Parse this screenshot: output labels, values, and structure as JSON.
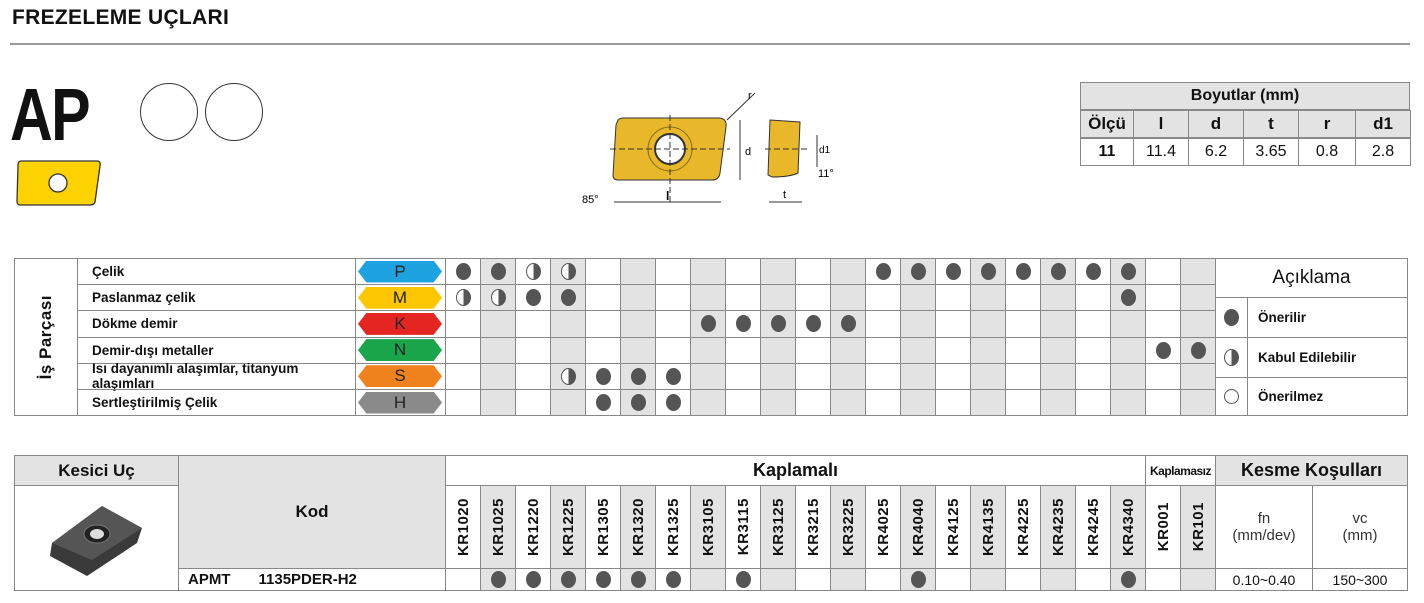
{
  "header": {
    "title": "FREZELEME UÇLARI",
    "series": "AP"
  },
  "diagram": {
    "labels": {
      "r": "r",
      "d": "d",
      "l": "l",
      "d1": "d1",
      "t": "t",
      "angle1": "85°",
      "angle2": "11°"
    }
  },
  "dimensions": {
    "title": "Boyutlar (mm)",
    "columns": [
      "Ölçü",
      "l",
      "d",
      "t",
      "r",
      "d1"
    ],
    "row": [
      "11",
      "11.4",
      "6.2",
      "3.65",
      "0.8",
      "2.8"
    ]
  },
  "workpiece": {
    "label": "İş Parçası",
    "rows": [
      {
        "name": "Çelik",
        "code": "P",
        "color": "#1fa3e0",
        "marks": [
          "F",
          "F",
          "H",
          "H",
          "",
          "",
          "",
          "",
          "",
          "",
          "",
          "",
          "F",
          "F",
          "F",
          "F",
          "F",
          "F",
          "F",
          "F",
          "",
          ""
        ]
      },
      {
        "name": "Paslanmaz çelik",
        "code": "M",
        "color": "#fcc700",
        "marks": [
          "H",
          "H",
          "F",
          "F",
          "",
          "",
          "",
          "",
          "",
          "",
          "",
          "",
          "",
          "",
          "",
          "",
          "",
          "",
          "",
          "F",
          "",
          ""
        ]
      },
      {
        "name": "Dökme demir",
        "code": "K",
        "color": "#e52521",
        "marks": [
          "",
          "",
          "",
          "",
          "",
          "",
          "",
          "F",
          "F",
          "F",
          "F",
          "F",
          "",
          "",
          "",
          "",
          "",
          "",
          "",
          "",
          "",
          ""
        ]
      },
      {
        "name": "Demir-dışı metaller",
        "code": "N",
        "color": "#1aa54a",
        "marks": [
          "",
          "",
          "",
          "",
          "",
          "",
          "",
          "",
          "",
          "",
          "",
          "",
          "",
          "",
          "",
          "",
          "",
          "",
          "",
          "",
          "F",
          "F"
        ]
      },
      {
        "name": "Isı dayanımlı alaşımlar, titanyum alaşımları",
        "code": "S",
        "color": "#f0821e",
        "marks": [
          "",
          "",
          "",
          "H",
          "F",
          "F",
          "F",
          "",
          "",
          "",
          "",
          "",
          "",
          "",
          "",
          "",
          "",
          "",
          "",
          "",
          "",
          ""
        ]
      },
      {
        "name": "Sertleştirilmiş Çelik",
        "code": "H",
        "color": "#8a8a8a",
        "marks": [
          "",
          "",
          "",
          "",
          "F",
          "F",
          "F",
          "",
          "",
          "",
          "",
          "",
          "",
          "",
          "",
          "",
          "",
          "",
          "",
          "",
          "",
          ""
        ]
      }
    ],
    "legend": {
      "title": "Açıklama",
      "items": [
        {
          "icon": "F",
          "label": "Önerilir"
        },
        {
          "icon": "H",
          "label": "Kabul Edilebilir"
        },
        {
          "icon": "E",
          "label": "Önerilmez"
        }
      ]
    }
  },
  "grades": [
    "KR1020",
    "KR1025",
    "KR1220",
    "KR1225",
    "KR1305",
    "KR1320",
    "KR1325",
    "KR3105",
    "KR3115",
    "KR3125",
    "KR3215",
    "KR3225",
    "KR4025",
    "KR4040",
    "KR4125",
    "KR4135",
    "KR4225",
    "KR4235",
    "KR4245",
    "KR4340",
    "KR001",
    "KR101"
  ],
  "product": {
    "col_insert": "Kesici Uç",
    "col_code": "Kod",
    "coated": "Kaplamalı",
    "uncoated": "Kaplamasız",
    "conditions": "Kesme Koşulları",
    "fn_label": "fn\n(mm/dev)",
    "vc_label": "vc\n(mm)",
    "row": {
      "prefix": "APMT",
      "code": "1135PDER-H2",
      "marks": [
        "",
        "F",
        "F",
        "F",
        "F",
        "F",
        "F",
        "",
        "F",
        "",
        "",
        "",
        "",
        "F",
        "",
        "",
        "",
        "",
        "",
        "F",
        "",
        ""
      ],
      "fn": "0.10~0.40",
      "vc": "150~300"
    }
  }
}
